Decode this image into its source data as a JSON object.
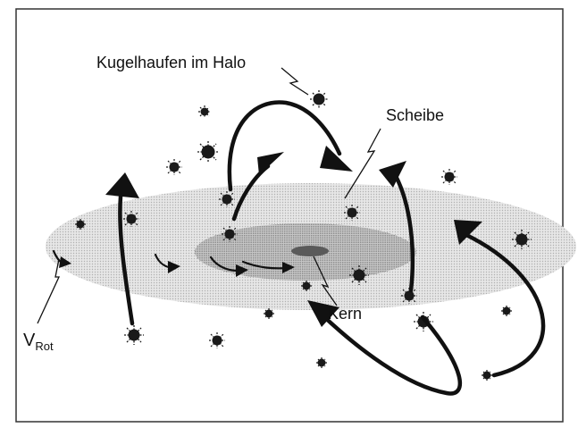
{
  "labels": {
    "halo": "Kugelhaufen im Halo",
    "disk": "Scheibe",
    "core": "Kern",
    "vrot_main": "V",
    "vrot_sub": "Rot"
  },
  "colors": {
    "ink": "#111111",
    "disk": "#e2e2e2",
    "bulge": "#b9b9b9",
    "nucleus": "#6a6a6a",
    "border": "#333333"
  }
}
